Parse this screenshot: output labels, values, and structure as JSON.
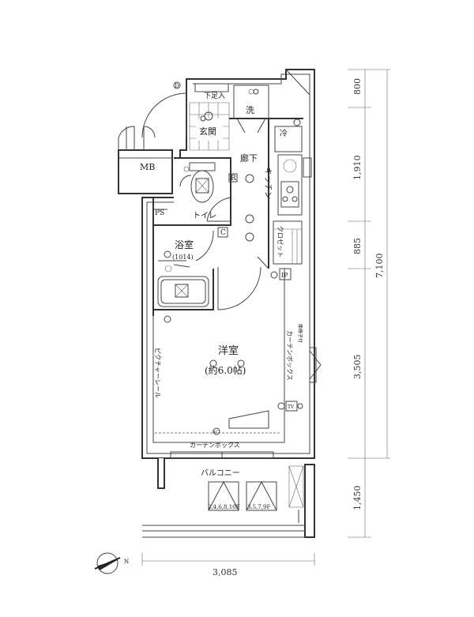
{
  "rooms": {
    "entrance": "玄関",
    "shoes": "下足入",
    "wash": "洗",
    "hallway": "廊下",
    "fridge": "冷",
    "kitchen": "キッチン",
    "mb": "MB",
    "toilet": "トイレ",
    "ps": "PS",
    "r_mark": "R",
    "c_mark": "C",
    "closet": "クロゼット",
    "bath": "浴室",
    "bath_size": "(1014)",
    "ip": "IP",
    "western": "洋室",
    "western_size": "(約6.0帖)",
    "picture_rail": "ピクチャーレール",
    "curtain_box_side": "カーテンボックス",
    "curtain_box_bottom": "カーテンボックス",
    "hand_window": "面格子付",
    "ac": "AC",
    "tv": "TV",
    "balcony": "バルコニー",
    "hatch_a": "2,4,6,8,10F",
    "hatch_b": "3,5,7,9F"
  },
  "dimensions": {
    "v1": "800",
    "v2": "1,910",
    "v3": "885",
    "v4": "3,505",
    "total": "7,100",
    "balcony": "1,450",
    "width": "3,085"
  }
}
